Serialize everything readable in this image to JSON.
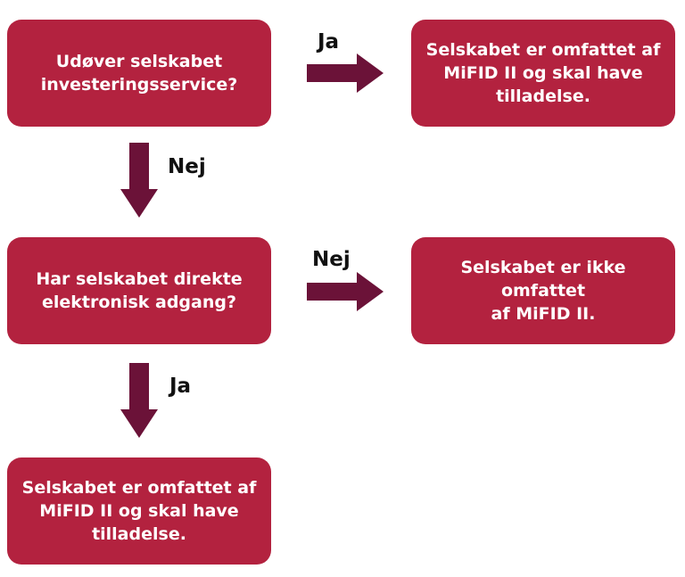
{
  "colors": {
    "box_fill": "#b3223f",
    "box_text": "#ffffff",
    "arrow_fill": "#6b1238",
    "label_text": "#111111"
  },
  "nodes": {
    "q1": [
      "Udøver selskabet",
      "investeringsservice?"
    ],
    "r1": [
      "Selskabet er omfattet af",
      "MiFID II og skal have",
      "tilladelse."
    ],
    "q2": [
      "Har selskabet direkte",
      "elektronisk adgang?"
    ],
    "r2": [
      "Selskabet er ikke omfattet",
      "af MiFID II."
    ],
    "r3": [
      "Selskabet er omfattet af",
      "MiFID II og skal have",
      "tilladelse."
    ]
  },
  "edges": {
    "q1_to_r1": "Ja",
    "q1_to_q2": "Nej",
    "q2_to_r2": "Nej",
    "q2_to_r3": "Ja"
  }
}
